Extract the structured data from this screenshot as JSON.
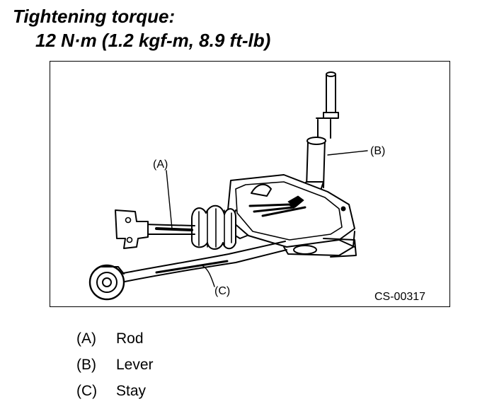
{
  "heading": {
    "line1": "Tightening torque:",
    "line2": "12 N·m (1.2 kgf-m, 8.9 ft-lb)"
  },
  "figure": {
    "callouts": {
      "a": "(A)",
      "b": "(B)",
      "c": "(C)"
    },
    "figure_id": "CS-00317"
  },
  "legend": [
    {
      "key": "(A)",
      "label": "Rod"
    },
    {
      "key": "(B)",
      "label": "Lever"
    },
    {
      "key": "(C)",
      "label": "Stay"
    }
  ]
}
